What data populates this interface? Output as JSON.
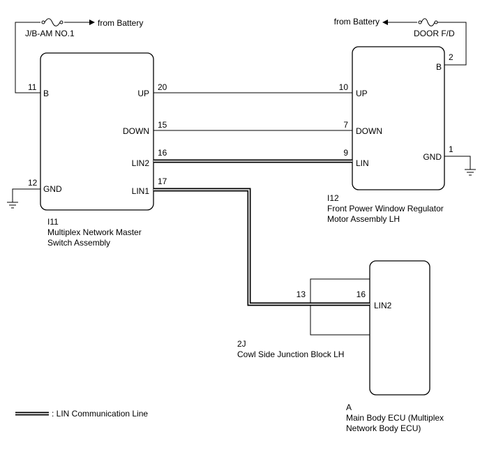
{
  "i11": {
    "code": "I11",
    "name_line1": "Multiplex Network Master",
    "name_line2": "Switch Assembly",
    "pins": {
      "b": {
        "num": "11",
        "label": "B"
      },
      "up": {
        "num": "20",
        "label": "UP"
      },
      "down": {
        "num": "15",
        "label": "DOWN"
      },
      "lin2": {
        "num": "16",
        "label": "LIN2"
      },
      "gnd": {
        "num": "12",
        "label": "GND"
      },
      "lin1": {
        "num": "17",
        "label": "LIN1"
      }
    }
  },
  "i12": {
    "code": "I12",
    "name_line1": "Front Power Window Regulator",
    "name_line2": "Motor Assembly LH",
    "pins": {
      "b": {
        "num": "2",
        "label": "B"
      },
      "up": {
        "num": "10",
        "label": "UP"
      },
      "down": {
        "num": "7",
        "label": "DOWN"
      },
      "lin": {
        "num": "9",
        "label": "LIN"
      },
      "gnd": {
        "num": "1",
        "label": "GND"
      }
    }
  },
  "junction": {
    "code": "2J",
    "name": "Cowl Side Junction Block LH",
    "pin_in": "13",
    "pin_out": "16"
  },
  "ecu": {
    "code": "A",
    "name_line1": "Main Body ECU (Multiplex",
    "name_line2": "Network Body ECU)",
    "pin_label": "LIN2"
  },
  "fuses": {
    "left": "J/B-AM NO.1",
    "right": "DOOR F/D"
  },
  "battery": {
    "left_label": "from Battery",
    "right_label": "from Battery"
  },
  "legend": {
    "text": ": LIN Communication Line"
  }
}
